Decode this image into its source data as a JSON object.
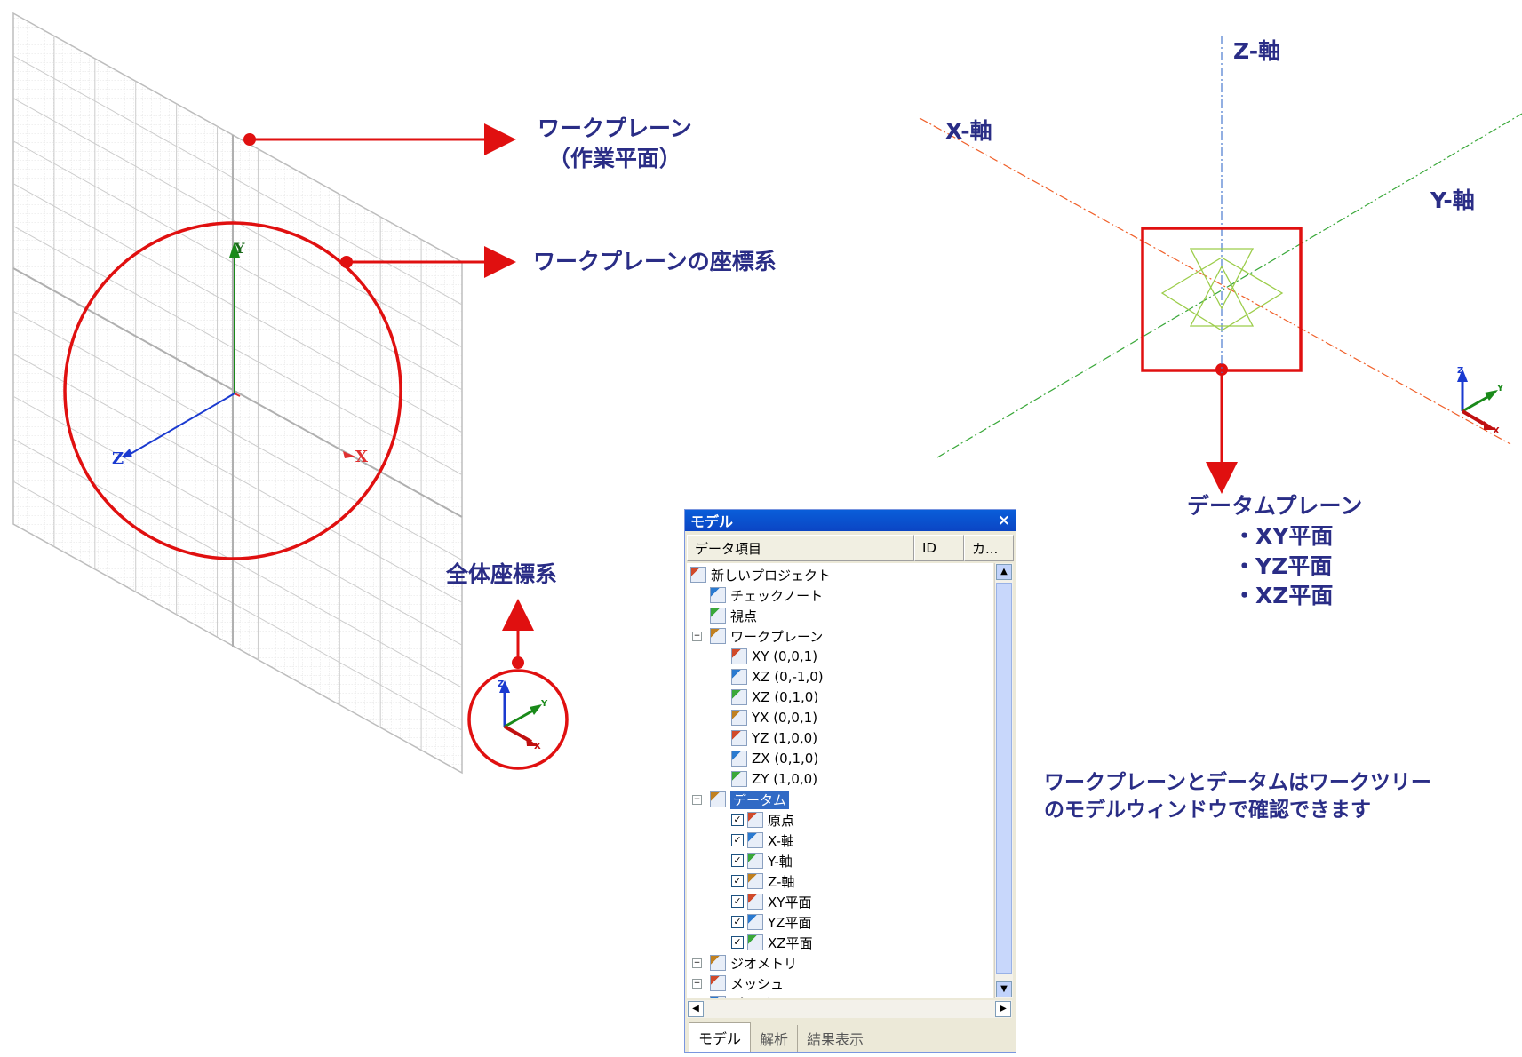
{
  "annotations": {
    "workplane": {
      "line1": "ワークプレーン",
      "line2": "（作業平面）"
    },
    "workplane_coords": "ワークプレーンの座標系",
    "global_coords": "全体座標系",
    "datum_plane": {
      "title": "データムプレーン",
      "items": [
        "・XY平面",
        "・YZ平面",
        "・XZ平面"
      ]
    },
    "note": {
      "line1": "ワークプレーンとデータムはワークツリー",
      "line2": "のモデルウィンドウで確認できます"
    }
  },
  "workplane_axes": {
    "x": "X",
    "y": "Y",
    "z": "Z"
  },
  "datum_axes": {
    "x": "X-軸",
    "y": "Y-軸",
    "z": "Z-軸"
  },
  "triad_labels": {
    "x": "X",
    "y": "Y",
    "z": "Z"
  },
  "model_window": {
    "title": "モデル",
    "close": "×",
    "columns": [
      "データ項目",
      "ID",
      "カ..."
    ],
    "tree": [
      {
        "label": "新しいプロジェクト",
        "level": 0
      },
      {
        "label": "チェックノート",
        "level": 1
      },
      {
        "label": "視点",
        "level": 1
      },
      {
        "label": "ワークプレーン",
        "level": 1,
        "expander": "−"
      },
      {
        "label": "XY (0,0,1)",
        "level": 2
      },
      {
        "label": "XZ (0,-1,0)",
        "level": 2
      },
      {
        "label": "XZ (0,1,0)",
        "level": 2
      },
      {
        "label": "YX (0,0,1)",
        "level": 2
      },
      {
        "label": "YZ (1,0,0)",
        "level": 2
      },
      {
        "label": "ZX (0,1,0)",
        "level": 2
      },
      {
        "label": "ZY (1,0,0)",
        "level": 2
      },
      {
        "label": "データム",
        "level": 1,
        "expander": "−",
        "selected": true
      },
      {
        "label": "原点",
        "level": 2,
        "checked": true
      },
      {
        "label": "X-軸",
        "level": 2,
        "checked": true
      },
      {
        "label": "Y-軸",
        "level": 2,
        "checked": true
      },
      {
        "label": "Z-軸",
        "level": 2,
        "checked": true
      },
      {
        "label": "XY平面",
        "level": 2,
        "checked": true
      },
      {
        "label": "YZ平面",
        "level": 2,
        "checked": true
      },
      {
        "label": "XZ平面",
        "level": 2,
        "checked": true
      },
      {
        "label": "ジオメトリ",
        "level": 1,
        "expander": "+"
      },
      {
        "label": "メッシュ",
        "level": 1,
        "expander": "+"
      },
      {
        "label": "プロパティ",
        "level": 1,
        "expander": "+"
      }
    ],
    "tabs": [
      "モデル",
      "解析",
      "結果表示"
    ],
    "active_tab": "モデル"
  },
  "colors": {
    "callout_text": "#2a2d86",
    "arrow_red": "#e01010",
    "grid": "#c8c8c8",
    "axis_x": "#e03030",
    "axis_y": "#1a8a1a",
    "axis_z": "#1a3ad0",
    "datum_x": "#f0602a",
    "datum_y": "#3aa83a",
    "datum_z": "#4a7acf",
    "datum_plane": "#9ccd4a"
  }
}
